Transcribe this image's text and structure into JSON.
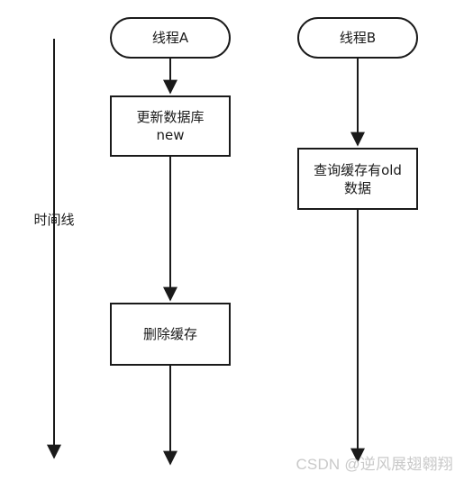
{
  "timeline": {
    "label": "时间线"
  },
  "thread_a": {
    "header": "线程A",
    "steps": [
      {
        "lines": [
          "更新数据库",
          "new"
        ]
      },
      {
        "lines": [
          "删除缓存"
        ]
      }
    ]
  },
  "thread_b": {
    "header": "线程B",
    "steps": [
      {
        "lines": [
          "查询缓存有old",
          "数据"
        ]
      }
    ]
  },
  "watermark": "CSDN @逆风展翅翱翔",
  "colors": {
    "stroke": "#1a1a1a",
    "watermark": "#c9c9c9",
    "background": "#ffffff"
  }
}
